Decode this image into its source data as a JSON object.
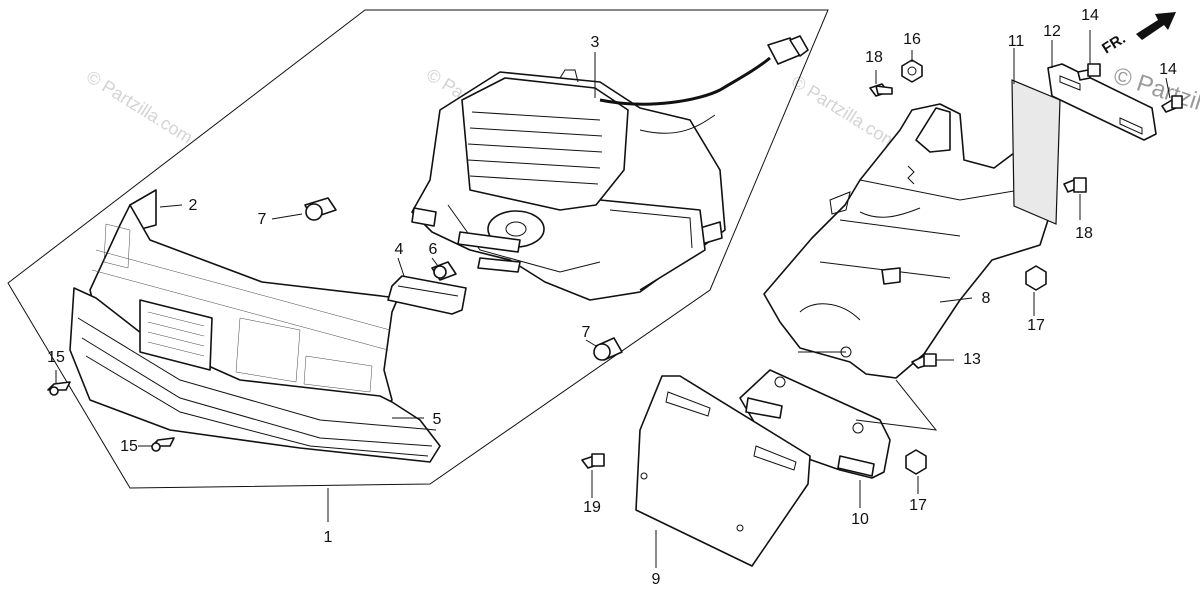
{
  "diagram": {
    "labels": {
      "c1": "1",
      "c2": "2",
      "c3": "3",
      "c4": "4",
      "c5": "5",
      "c6": "6",
      "c7a": "7",
      "c7b": "7",
      "c8": "8",
      "c9": "9",
      "c10": "10",
      "c11": "11",
      "c12": "12",
      "c13": "13",
      "c14a": "14",
      "c14b": "14",
      "c15a": "15",
      "c15b": "15",
      "c16": "16",
      "c17a": "17",
      "c17b": "17",
      "c18a": "18",
      "c18b": "18",
      "c19": "19"
    },
    "direction_label": "FR.",
    "watermarks": {
      "wm1": "© Partzilla.com",
      "wm2": "© Partzilla.com",
      "wm3": "© Partzilla.com",
      "corner": "© Partzilla"
    }
  }
}
